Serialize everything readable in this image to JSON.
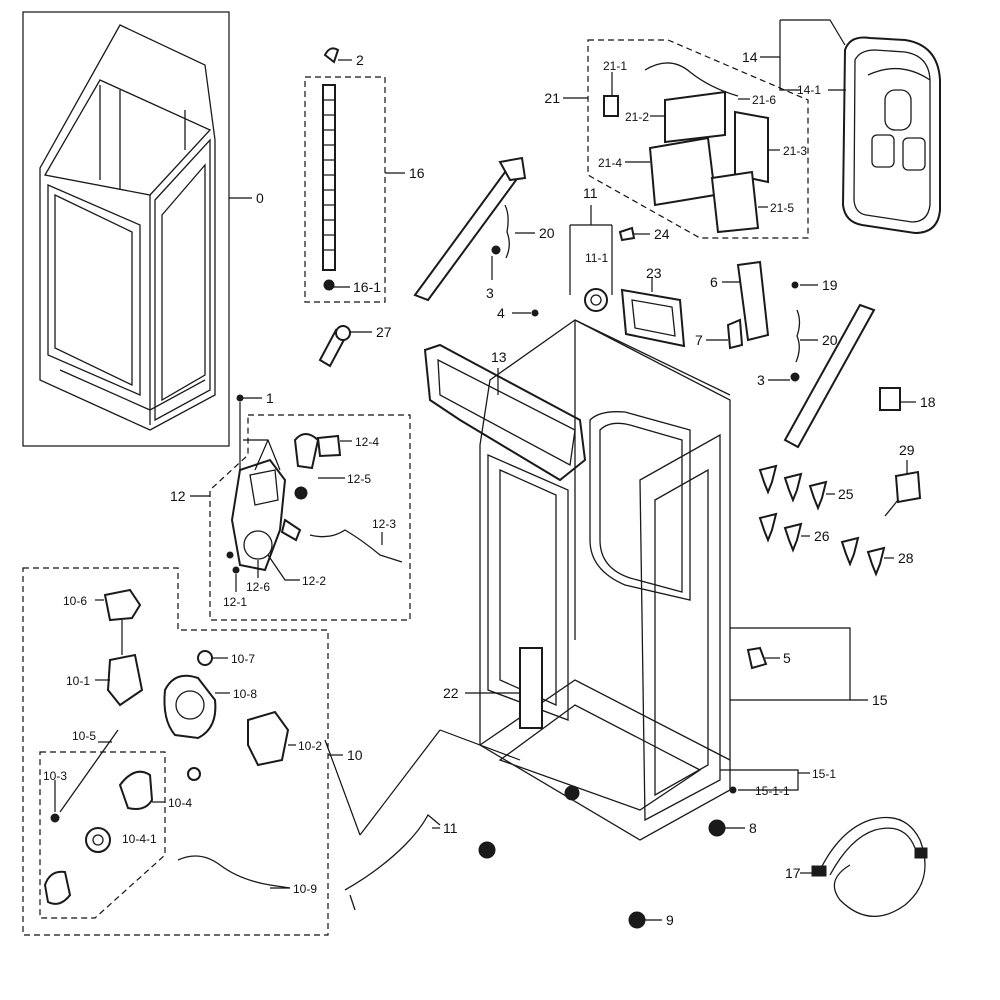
{
  "diagram": {
    "line_color": "#111111",
    "background": "#ffffff",
    "callouts": {
      "c0": "0",
      "c1": "1",
      "c2": "2",
      "c3a": "3",
      "c3b": "3",
      "c4": "4",
      "c5": "5",
      "c6": "6",
      "c7": "7",
      "c8": "8",
      "c9": "9",
      "c10": "10",
      "c10_1": "10-1",
      "c10_2": "10-2",
      "c10_3": "10-3",
      "c10_4": "10-4",
      "c10_4_1": "10-4-1",
      "c10_5": "10-5",
      "c10_6": "10-6",
      "c10_7": "10-7",
      "c10_8": "10-8",
      "c10_9": "10-9",
      "c11a": "11",
      "c11_1": "11-1",
      "c11b": "11",
      "c12": "12",
      "c12_1": "12-1",
      "c12_2": "12-2",
      "c12_3": "12-3",
      "c12_4": "12-4",
      "c12_5": "12-5",
      "c12_6": "12-6",
      "c13": "13",
      "c14": "14",
      "c14_1": "14-1",
      "c15": "15",
      "c15_1": "15-1",
      "c15_1_1": "15-1-1",
      "c16": "16",
      "c16_1": "16-1",
      "c17": "17",
      "c18": "18",
      "c19": "19",
      "c20a": "20",
      "c20b": "20",
      "c21": "21",
      "c21_1": "21-1",
      "c21_2": "21-2",
      "c21_3": "21-3",
      "c21_4": "21-4",
      "c21_5": "21-5",
      "c21_6": "21-6",
      "c22": "22",
      "c23": "23",
      "c24": "24",
      "c25": "25",
      "c26": "26",
      "c27": "27",
      "c28": "28",
      "c29": "29"
    }
  }
}
